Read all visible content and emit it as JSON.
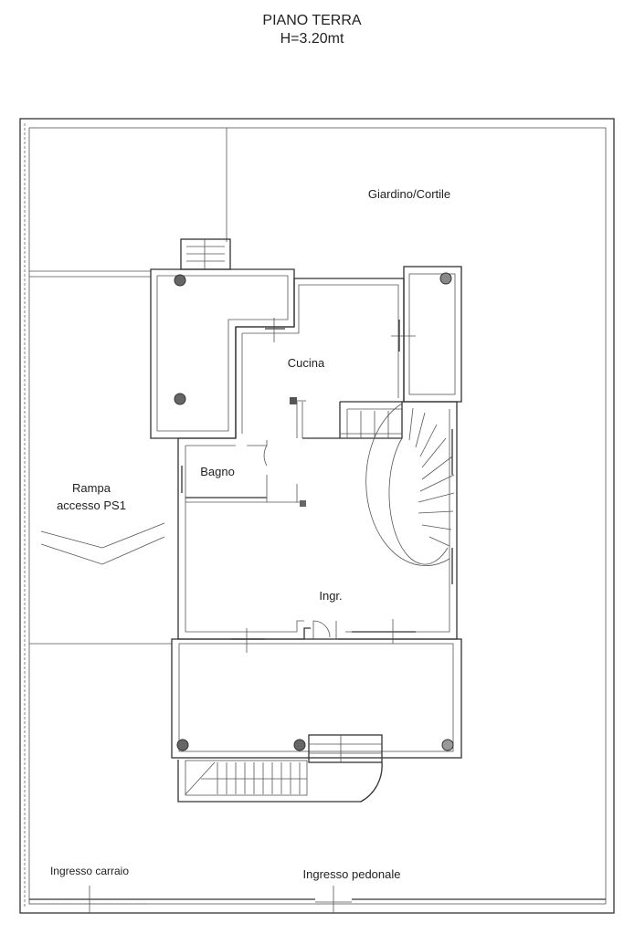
{
  "title": "PIANO TERRA",
  "height": "H=3.20mt",
  "rooms": {
    "garden": "Giardino/Cortile",
    "kitchen": "Cucina",
    "bathroom": "Bagno",
    "entrance": "Ingr."
  },
  "ramp": {
    "line1": "Rampa",
    "line2": "accesso PS1"
  },
  "gates": {
    "vehicle": "Ingresso carraio",
    "pedestrian": "Ingresso pedonale"
  },
  "colors": {
    "line": "#333333",
    "background": "#ffffff"
  }
}
